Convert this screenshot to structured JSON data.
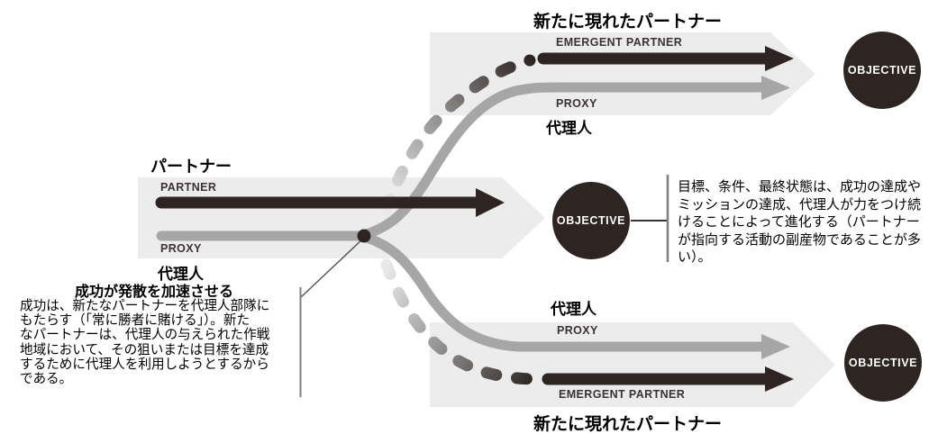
{
  "colors": {
    "background": "#ffffff",
    "dark": "#2e2522",
    "gray": "#a6a6a6",
    "band": "#ececec",
    "label_dark": "#3a3233"
  },
  "top_flow": {
    "title": "新たに現れたパートナー",
    "emergent_label": "EMERGENT PARTNER",
    "proxy_label": "PROXY",
    "proxy_label_jp": "代理人",
    "objective": "OBJECTIVE"
  },
  "middle_flow": {
    "title": "パートナー",
    "partner_label": "PARTNER",
    "proxy_label": "PROXY",
    "proxy_label_jp": "代理人",
    "objective": "OBJECTIVE"
  },
  "bottom_flow": {
    "title": "新たに現れたパートナー",
    "proxy_label_jp": "代理人",
    "proxy_label": "PROXY",
    "emergent_label": "EMERGENT PARTNER",
    "objective": "OBJECTIVE"
  },
  "objective_note": {
    "lines": [
      "目標、条件、最終状態は、成功の達成や",
      "ミッションの達成、代理人が力をつけ続",
      "けることによって進化する（パートナー",
      "が指向する活動の副産物であることが多",
      "い）。"
    ]
  },
  "divergence_note": {
    "heading": "成功が発散を加速させる",
    "lines": [
      "成功は、新たなパートナーを代理人部隊に",
      "もたらす（「常に勝者に賭ける」）。新た",
      "なパートナーは、代理人の与えられた作戦",
      "地域において、その狙いまたは目標を達成",
      "するために代理人を利用しようとするから",
      "である。"
    ]
  }
}
